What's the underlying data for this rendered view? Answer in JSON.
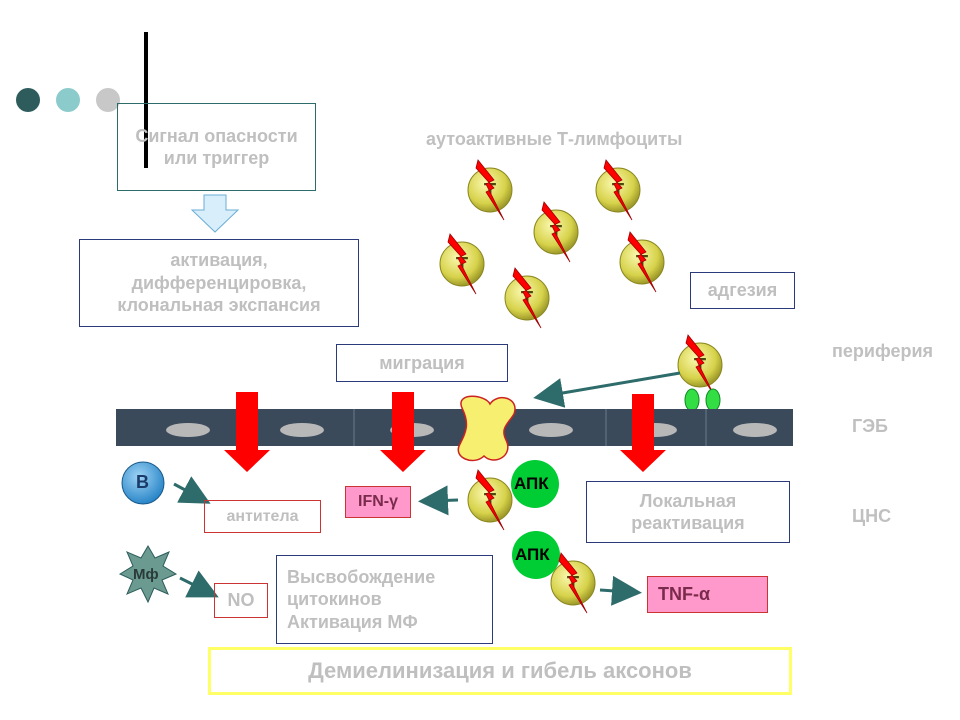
{
  "labels": {
    "signal": "Сигнал опасности или триггер",
    "activation": "активация, дифференцировка, клональная экспансия",
    "autoactive": "аутоактивные Т-лимфоциты",
    "adhesion": "адгезия",
    "migration": "миграция",
    "periphery": "периферия",
    "bbb": "ГЭБ",
    "cns": "ЦНС",
    "b_cell": "B",
    "antibodies": "антитела",
    "ifn": "IFN-γ",
    "apc1": "АПК",
    "apc2": "АПК",
    "local": "Локальная реактивация",
    "mf": "Mф",
    "no": "NO",
    "release": "Высвобождение цитокинов Активация МФ",
    "tnf": "TNF-α",
    "demyelination": "Демиелинизация и гибель аксонов",
    "t_letter": "T"
  },
  "colors": {
    "accent_dark": "#2e5c5c",
    "accent_mid": "#8ccbcb",
    "accent_light": "#c8c8c8",
    "barrier": "#3a4a5a",
    "arrow_red": "#ff0000",
    "t_cell": "#d6d24a",
    "apc_green": "#00cc33",
    "b_cell": "#3a9ad8",
    "pink": "#ff99cc",
    "teal_arrow": "#2e6b6b",
    "yellow_border": "#ffff66"
  },
  "icons": {
    "t_cell": "t-lymphocyte-icon",
    "lightning": "lightning-bolt-icon",
    "macrophage": "macrophage-star-icon"
  }
}
